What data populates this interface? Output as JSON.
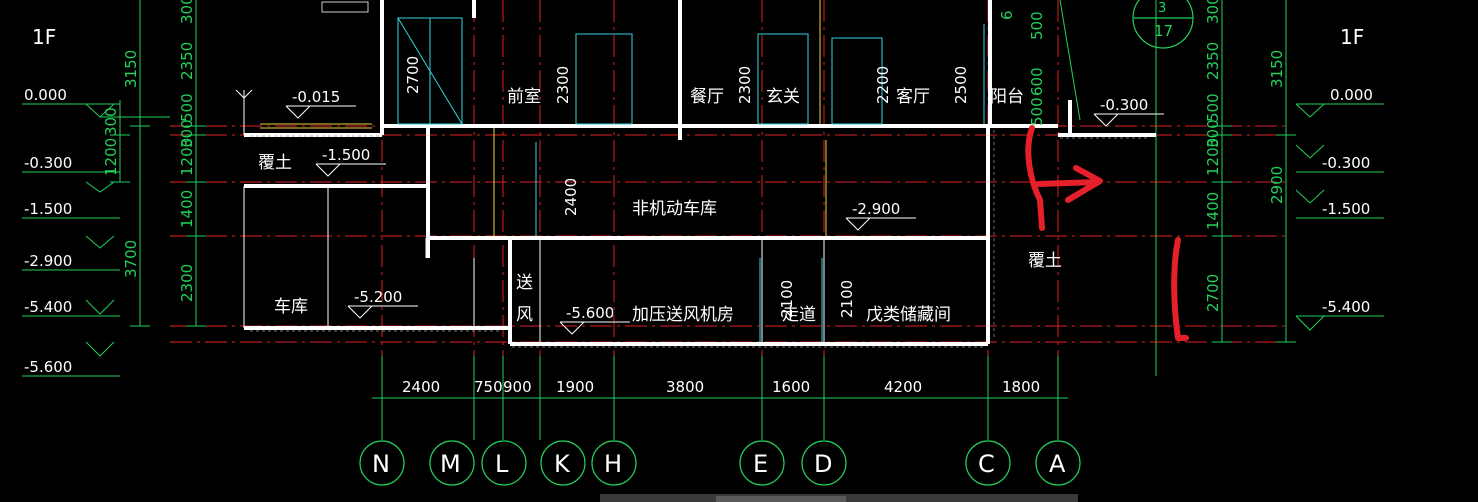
{
  "floor_label": "1F",
  "left_elevations": [
    "0.000",
    "-0.300",
    "-1.500",
    "-2.900",
    "-5.400",
    "-5.600"
  ],
  "right_elevations": [
    "0.000",
    "-0.300",
    "-1.500",
    "-5.400"
  ],
  "left_dims_outer": [
    "3150",
    "3700"
  ],
  "left_dims_mid": [
    "300",
    "2350",
    "500",
    "300",
    "1200",
    "1400",
    "2300"
  ],
  "left_dims_inner": [
    "300",
    "1200"
  ],
  "right_dims_inner": [
    "300",
    "2350",
    "500",
    "300",
    "1200",
    "1400",
    "2700"
  ],
  "right_dims_outer": [
    "3150",
    "2900"
  ],
  "floor_elevations": {
    "e_m0015": "-0.015",
    "e_m1500": "-1.500",
    "e_m5200": "-5.200",
    "e_m5600": "-5.600",
    "e_m2900": "-2.900",
    "e_m0300": "-0.300"
  },
  "rooms": {
    "qianshi": "前室",
    "canting": "餐厅",
    "xuanguan": "玄关",
    "keting": "客厅",
    "yangtai": "阳台",
    "fugai_left": "覆土",
    "fugai_right": "覆土",
    "feijidong": "非机动车库",
    "cheku": "车库",
    "song": "送",
    "feng": "风",
    "jiaya": "加压送风机房",
    "zoudao": "走道",
    "wulei": "戊类储藏间"
  },
  "door_heights": [
    "2700",
    "2300",
    "2300",
    "2200",
    "2500",
    "2400",
    "2100",
    "2100"
  ],
  "top_dims": [
    "600",
    "500",
    "600",
    "500",
    "6"
  ],
  "section_marker": {
    "top": "3",
    "bottom": "17"
  },
  "bottom_dims": [
    "2400",
    "750",
    "900",
    "1900",
    "3800",
    "1600",
    "4200",
    "1800"
  ],
  "axes": [
    "N",
    "M",
    "L",
    "K",
    "H",
    "E",
    "D",
    "C",
    "A"
  ],
  "colors": {
    "line": "#22d15a",
    "wall": "#ffffff",
    "axis_red": "#e02020",
    "annotation": "#e6202a"
  }
}
